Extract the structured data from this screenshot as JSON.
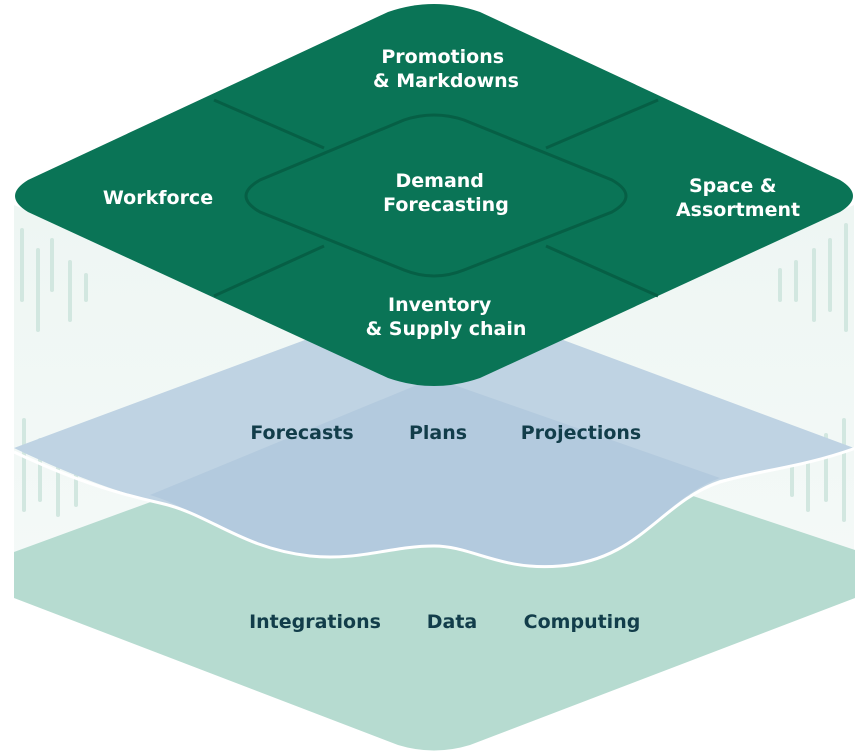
{
  "top_layer": {
    "color": "#0a7456",
    "line_color": "#065f45",
    "modules": {
      "promotions": [
        "Promotions",
        "& Markdowns"
      ],
      "workforce": [
        "Workforce"
      ],
      "space": [
        "Space &",
        "Assortment"
      ],
      "demand": [
        "Demand",
        "Forecasting"
      ],
      "inventory": [
        "Inventory",
        "& Supply chain"
      ]
    }
  },
  "middle_layer": {
    "color": "#bfd3e3",
    "items": [
      "Forecasts",
      "Plans",
      "Projections"
    ]
  },
  "bottom_layer": {
    "color": "#b6dbd0",
    "items": [
      "Integrations",
      "Data",
      "Computing"
    ]
  }
}
